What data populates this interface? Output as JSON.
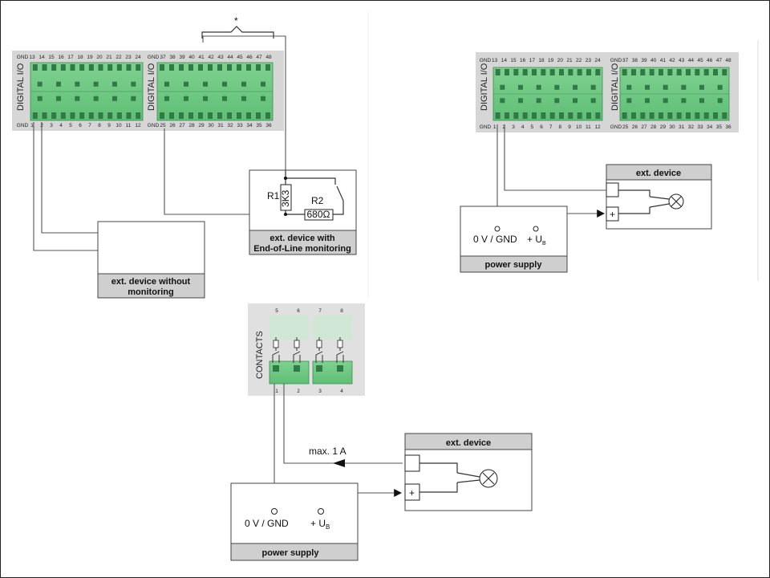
{
  "diagram1": {
    "io_label": "DIGITAL I/O",
    "block1_top": [
      "GND",
      "13",
      "14",
      "15",
      "16",
      "17",
      "18",
      "19",
      "20",
      "21",
      "22",
      "23",
      "24"
    ],
    "block1_bottom": [
      "GND",
      "1",
      "2",
      "3",
      "4",
      "5",
      "6",
      "7",
      "8",
      "9",
      "10",
      "11",
      "12"
    ],
    "block2_top": [
      "GND",
      "37",
      "38",
      "39",
      "40",
      "41",
      "42",
      "43",
      "44",
      "45",
      "46",
      "47",
      "48"
    ],
    "block2_bottom": [
      "GND",
      "25",
      "26",
      "27",
      "28",
      "29",
      "30",
      "31",
      "32",
      "33",
      "34",
      "35",
      "36"
    ],
    "asterisk": "*",
    "r1_label": "R1",
    "r1_value": "3K3",
    "r2_label": "R2",
    "r2_value": "680Ω",
    "eol_box_title_line1": "ext. device with",
    "eol_box_title_line2": "End-of-Line monitoring",
    "nomon_box_title_line1": "ext. device without",
    "nomon_box_title_line2": "monitoring"
  },
  "diagram2": {
    "io_label": "DIGITAL I/O",
    "block1_top": [
      "GND",
      "13",
      "14",
      "15",
      "16",
      "17",
      "18",
      "19",
      "20",
      "21",
      "22",
      "23",
      "24"
    ],
    "block1_bottom": [
      "GND",
      "1",
      "2",
      "3",
      "4",
      "5",
      "6",
      "7",
      "8",
      "9",
      "10",
      "11",
      "12"
    ],
    "block2_top": [
      "GND",
      "37",
      "38",
      "39",
      "40",
      "41",
      "42",
      "43",
      "44",
      "45",
      "46",
      "47",
      "48"
    ],
    "block2_bottom": [
      "GND",
      "25",
      "26",
      "27",
      "28",
      "29",
      "30",
      "31",
      "32",
      "33",
      "34",
      "35",
      "36"
    ],
    "ext_device_title": "ext. device",
    "gnd_label": "0 V / GND",
    "ub_label": "+ U",
    "ub_sub": "B",
    "plus": "+",
    "power_supply_title": "power supply"
  },
  "diagram3": {
    "contacts_label": "CONTACTS",
    "top_numbers": [
      "5",
      "6",
      "7",
      "8"
    ],
    "bottom_numbers": [
      "1",
      "2",
      "3",
      "4"
    ],
    "current_label": "max. 1 A",
    "ext_device_title": "ext. device",
    "gnd_label": "0 V / GND",
    "ub_label": "+ U",
    "ub_sub": "B",
    "plus": "+",
    "power_supply_title": "power supply"
  }
}
